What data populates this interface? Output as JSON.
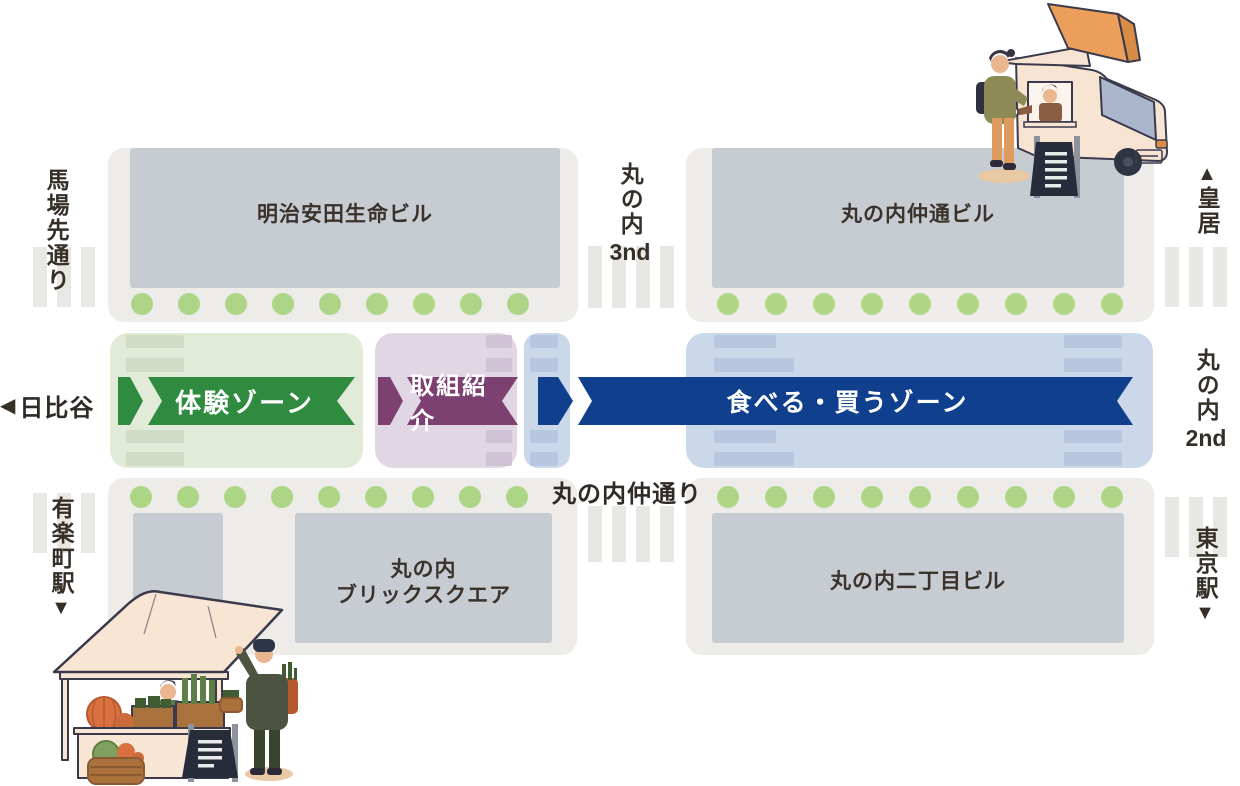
{
  "colors": {
    "panel": "#ffffff",
    "pavement": "#edece9",
    "building": "#c6ccd2",
    "tree_dot": "#acd585",
    "crosswalk_stripe": "#e8e7e3",
    "label_text": "#362f28",
    "zone_green_bg": "#e2ead8",
    "zone_green_ribbon": "#2f8b3f",
    "zone_purple_bg": "#e1d7e4",
    "zone_purple_ribbon": "#7c4171",
    "zone_blue_bg": "#cbd8ea",
    "zone_blue_ribbon": "#10408d"
  },
  "buildings": {
    "meiji_yasuda": "明治安田生命ビル",
    "naka_dori_bldg": "丸の内仲通ビル",
    "brick_square_lines": [
      "丸の内",
      "ブリックスクエア"
    ],
    "nichome_bldg": "丸の内二丁目ビル"
  },
  "zones": {
    "experience": "体験ゾーン",
    "initiatives": "取組紹介",
    "eat_buy": "食べる・買うゾーン"
  },
  "streets": {
    "naka_dori": "丸の内仲通り",
    "babasaki_dori": "馬場先通り",
    "marunouchi_3rd_kanji": "丸の内",
    "marunouchi_3rd_suffix": "3nd",
    "marunouchi_2nd_kanji": "丸の内",
    "marunouchi_2nd_suffix": "2nd"
  },
  "directions": {
    "hibiya": "日比谷",
    "hibiya_arrow": "◀",
    "imperial_palace": "皇居",
    "imperial_palace_arrow": "▲",
    "tokyo_station": "東京駅",
    "tokyo_station_arrow": "▼",
    "yurakucho_station": "有楽町駅",
    "yurakucho_station_arrow": "▼"
  },
  "illustrations": {
    "food_truck": "food-truck",
    "market_stall": "market-stall"
  }
}
